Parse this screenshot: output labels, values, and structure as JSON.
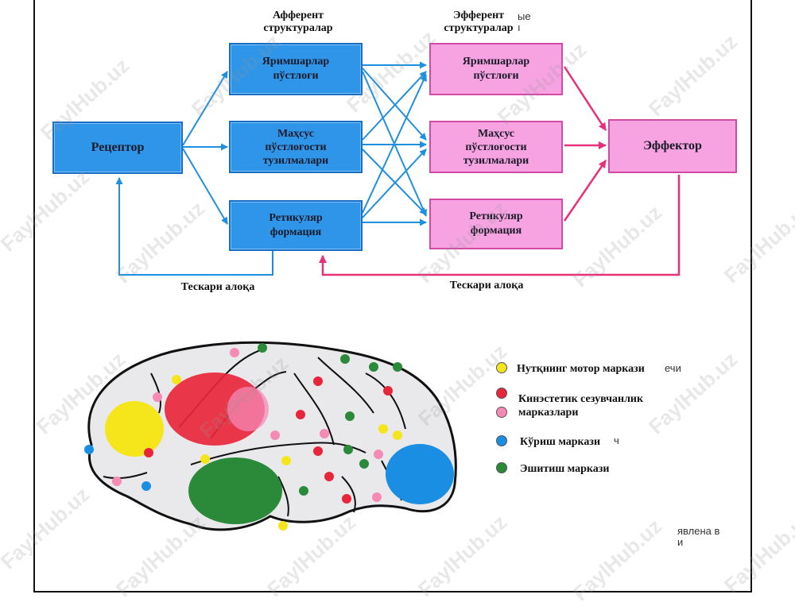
{
  "headers": {
    "afferent": "Афферент\nструктуралар",
    "efferent": "Эфферент\nструктуралар"
  },
  "blocks": {
    "receptor": "Рецептор",
    "afferent_cortex": "Яримшарлар\nпўстлоғи",
    "afferent_special": "Маҳсус\nпўстлоғости\nтузилмалари",
    "afferent_reticular": "Ретикуляр\nформация",
    "efferent_cortex": "Яримшарлар\nпўстлоғи",
    "efferent_special": "Маҳсус\nпўстлоғости\nтузилмалари",
    "efferent_reticular": "Ретикуляр\nформация",
    "effector": "Эффектор"
  },
  "feedback": {
    "left": "Тескари алоқа",
    "right": "Тескари алоқа"
  },
  "legend": [
    {
      "label": "Нутқнинг мотор маркази",
      "color": "#f5e61b"
    },
    {
      "label": "Кинэстетик сезувчанлик\n     марказлари",
      "color": "#e8263b",
      "color2": "#f58ab5"
    },
    {
      "label": "Кўриш маркази",
      "color": "#1a8ee3"
    },
    {
      "label": "Эшитиш маркази",
      "color": "#2a8a3a"
    }
  ],
  "residue": {
    "top": "ые\nı",
    "legend1": "ечи",
    "legend3": "ч",
    "bottom": "явлена в\nи"
  },
  "watermark": "FaylHub.uz",
  "colors": {
    "blue_arrow": "#1f8fe0",
    "pink_arrow": "#e8307a",
    "yellow": "#f5e61b",
    "red": "#e8263b",
    "pink": "#f58ab5",
    "blue": "#1a8ee3",
    "green": "#2a8a3a"
  }
}
